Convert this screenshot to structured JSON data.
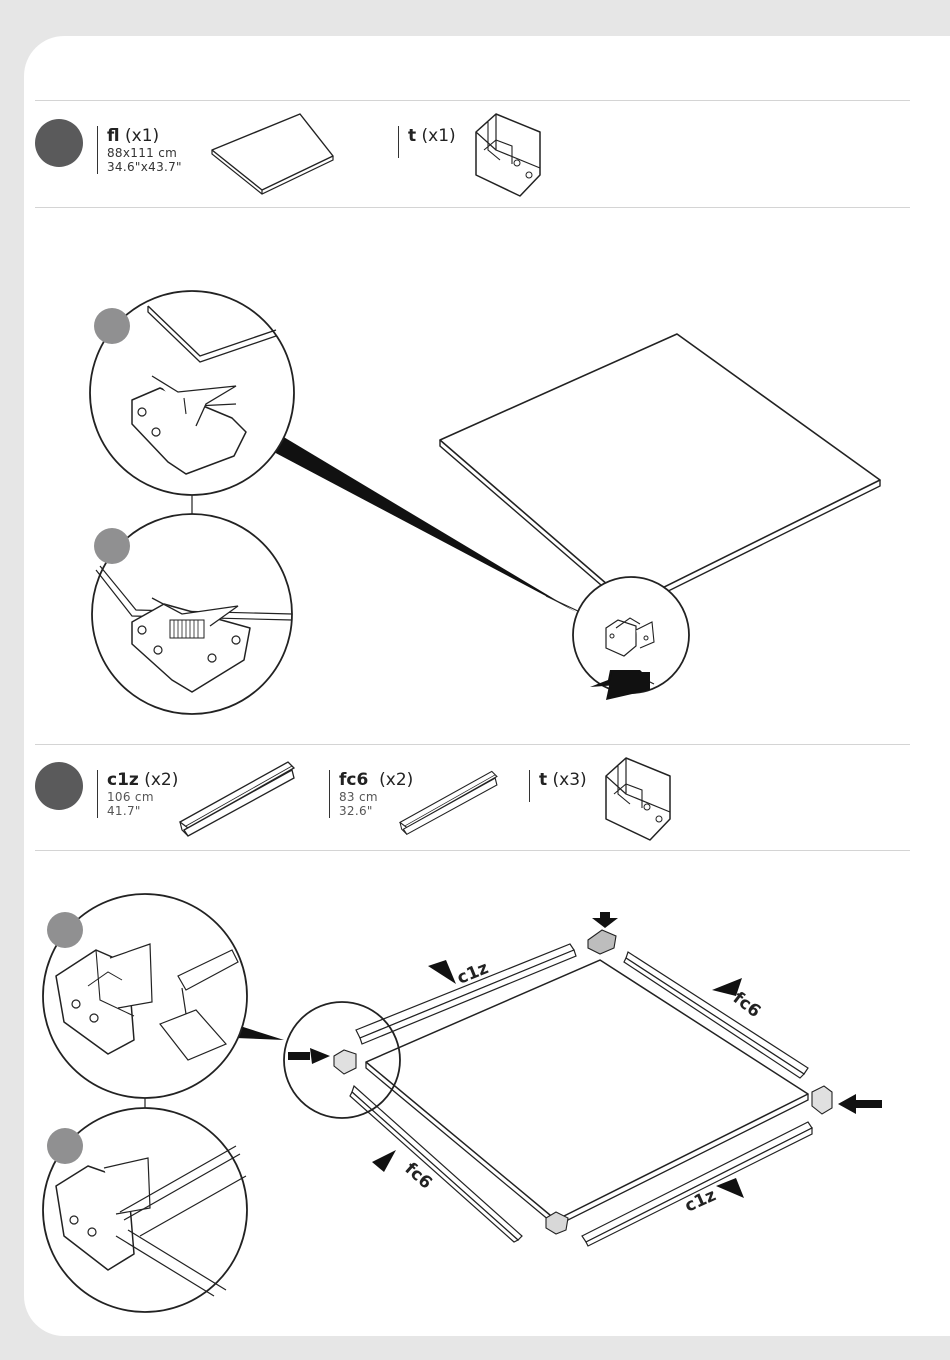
{
  "step1": {
    "parts": [
      {
        "code": "fl",
        "qty": "(x1)",
        "dim_metric": "88x111 cm",
        "dim_imperial": "34.6\"x43.7\""
      },
      {
        "code": "t",
        "qty": "(x1)"
      }
    ]
  },
  "step2": {
    "parts": [
      {
        "code": "c1z",
        "qty": "(x2)",
        "dim_metric": "106 cm",
        "dim_imperial": "41.7\""
      },
      {
        "code": "fc6",
        "qty": "(x2)",
        "dim_metric": "83 cm",
        "dim_imperial": "32.6\""
      },
      {
        "code": "t",
        "qty": "(x3)"
      }
    ],
    "labels": {
      "c1z_top": "c1z",
      "fc6_right": "fc6",
      "fc6_left": "fc6",
      "c1z_bottom": "c1z"
    }
  },
  "colors": {
    "step_dot": "#5a5a5b",
    "rule": "#d4d4d4",
    "line": "#222222",
    "frame": "#e6e6e6"
  }
}
